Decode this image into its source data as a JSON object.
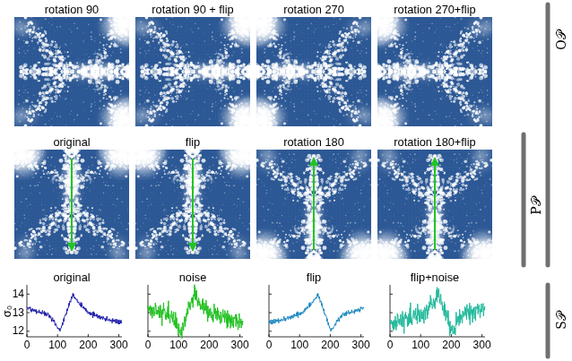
{
  "diagram": {
    "nodes": [
      {
        "text": [
          "rotation 90"
        ]
      },
      {
        "text": [
          "rotation 90 + flip"
        ]
      },
      {
        "text": [
          "rotation 270"
        ]
      },
      {
        "text": [
          "rotation 270+flip"
        ]
      },
      {
        "text": [
          "original"
        ]
      },
      {
        "text": [
          "flip"
        ]
      },
      {
        "text": [
          "rotation 180"
        ]
      },
      {
        "text": [
          "rotation 180+flip"
        ]
      },
      {
        "text": [
          "original"
        ]
      },
      {
        "text": [
          "noise"
        ]
      },
      {
        "text": [
          "flip"
        ]
      },
      {
        "text": [
          "flip+noise"
        ]
      }
    ],
    "labels": [
      "O𝒫",
      "P𝒫",
      "S𝒫",
      "σ₀",
      "14",
      "13",
      "12",
      "0",
      "100",
      "200",
      "300",
      "0",
      "100",
      "200",
      "300",
      "0",
      "100",
      "200",
      "300",
      "0",
      "100",
      "200",
      "300"
    ]
  }
}
